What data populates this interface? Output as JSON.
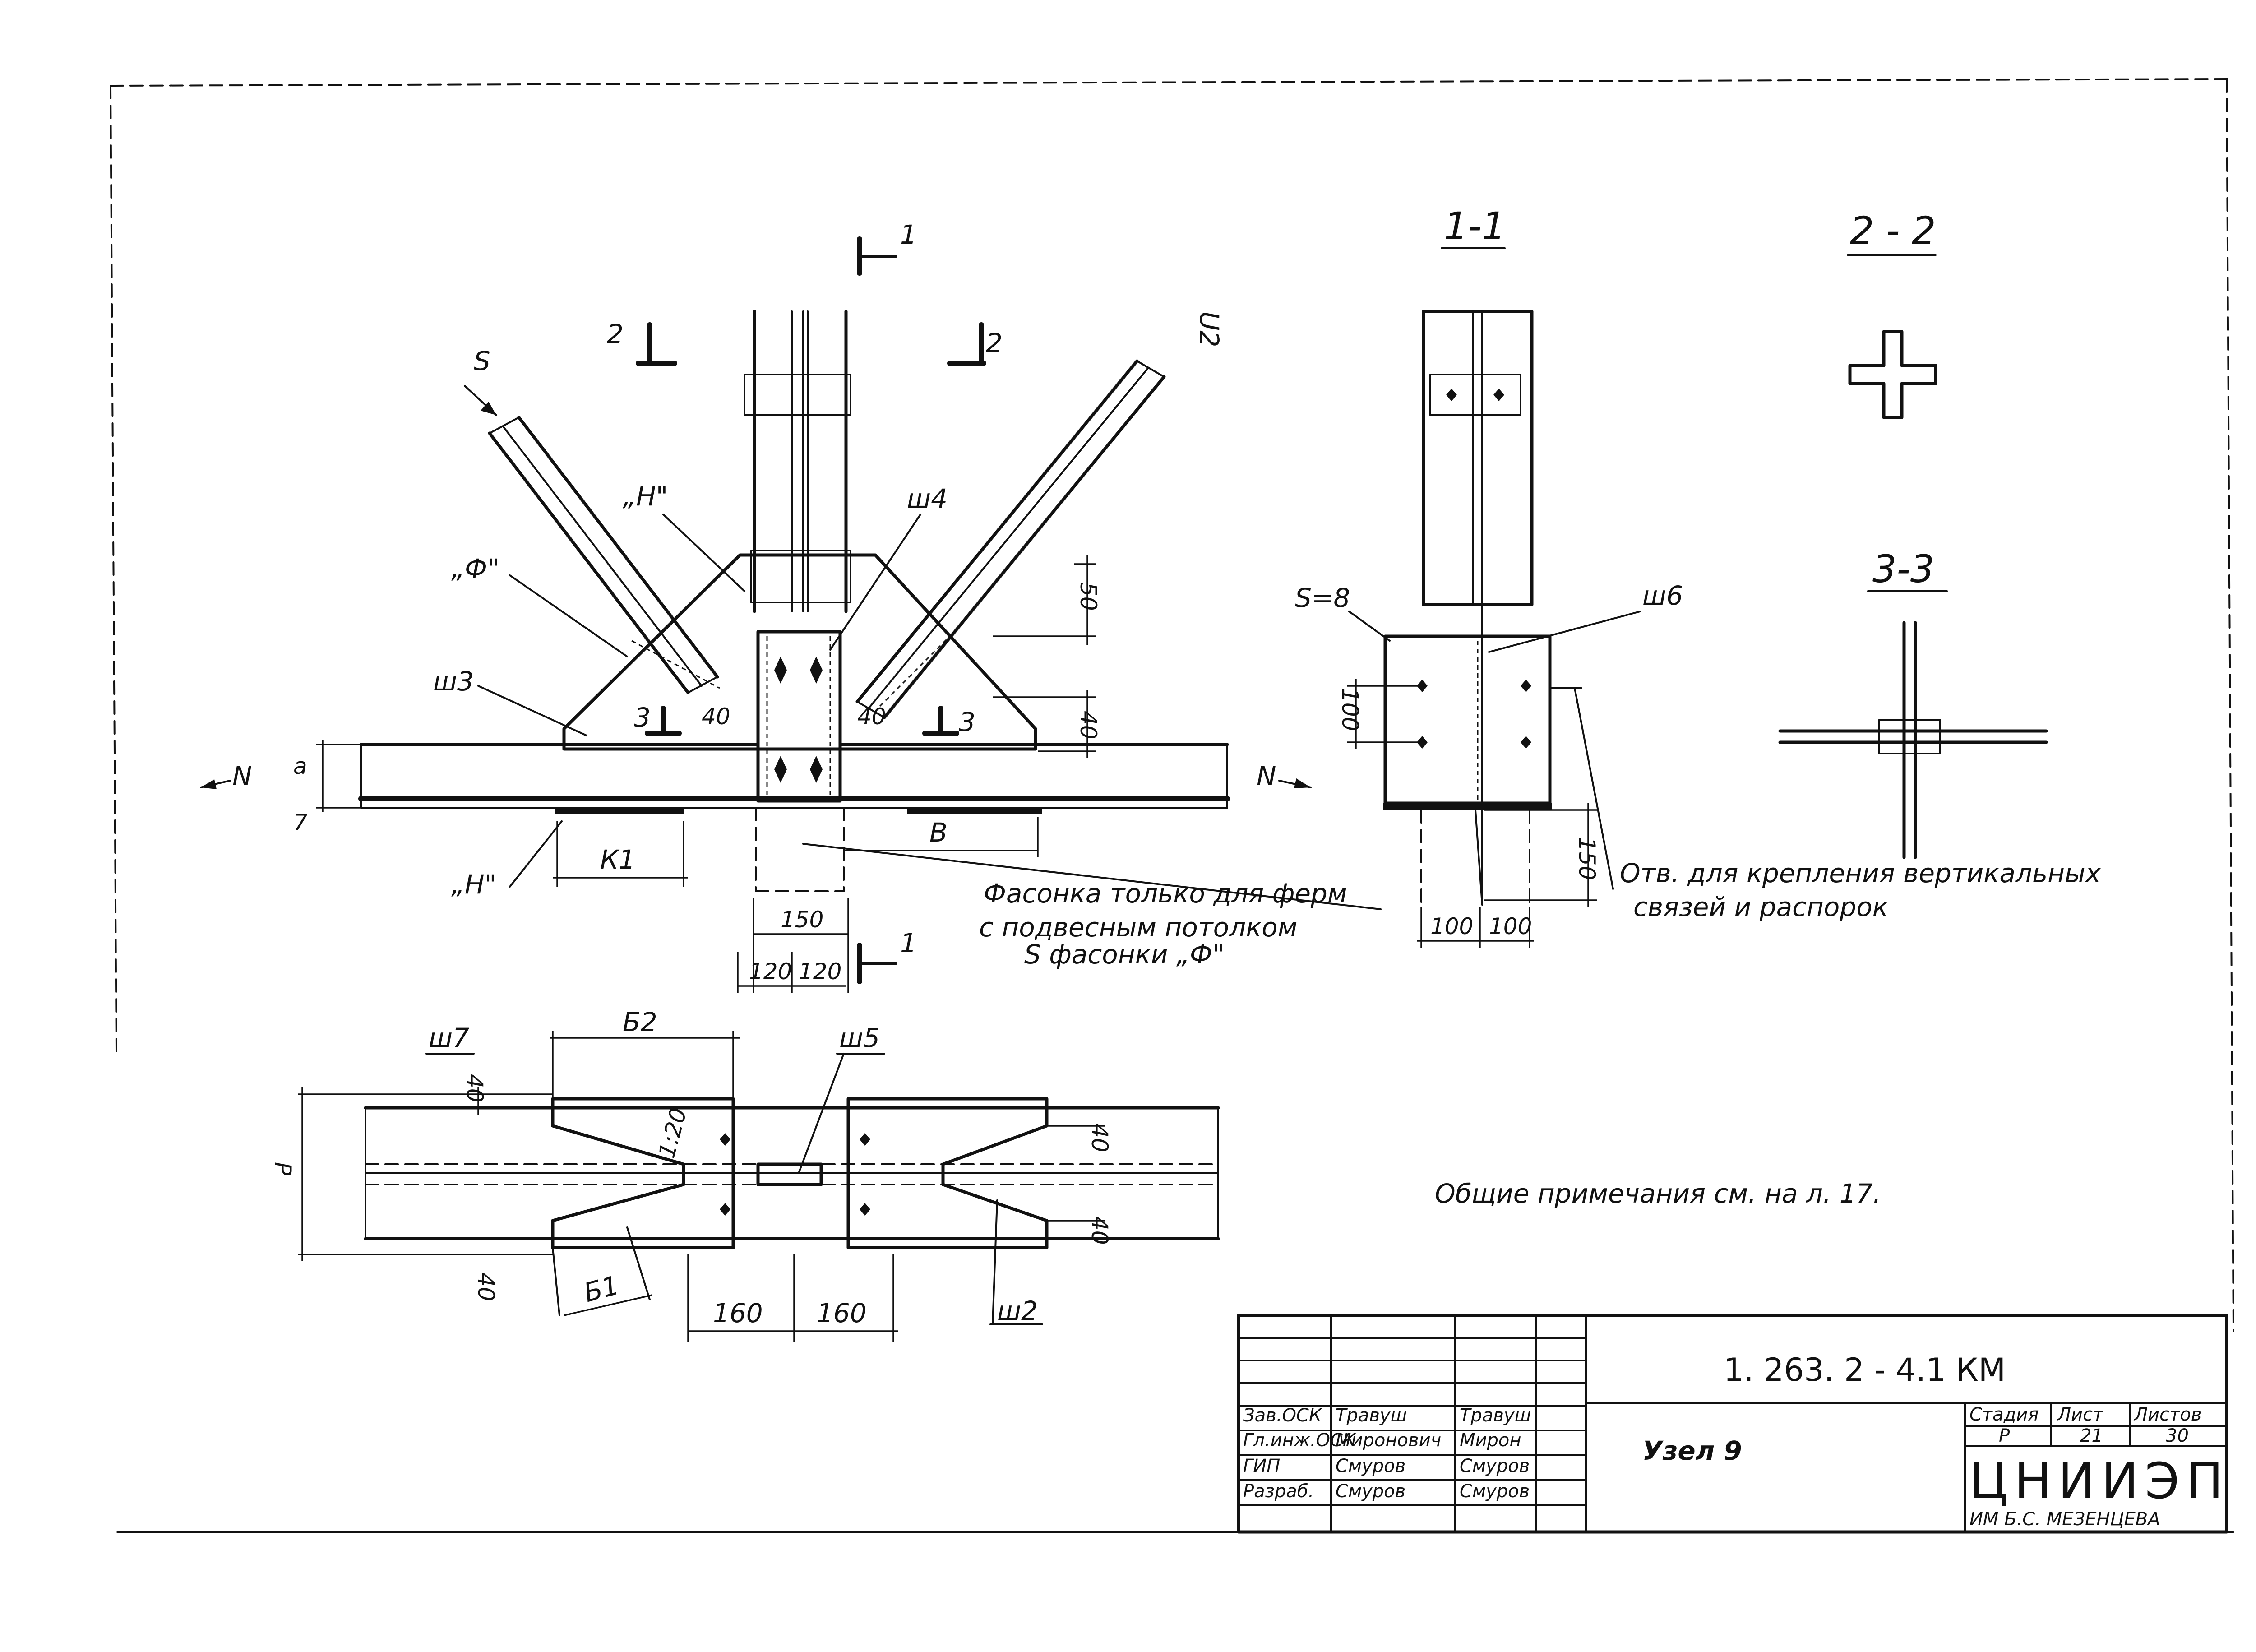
{
  "node_view": {
    "section_markers": {
      "s1": "1",
      "s2": "2",
      "s3": "3"
    },
    "force_s": "S",
    "force_n_left": "N",
    "force_n_right": "N",
    "label_f": "„Ф\"",
    "label_h_top": "„Н\"",
    "label_h_bottom": "„Н\"",
    "label_corner": "U2",
    "weld_w3": "ш3",
    "weld_w4": "ш4",
    "dim_50": "50",
    "dim_40_a": "40",
    "dim_40_b": "40",
    "dim_40_c": "40",
    "dim_a": "а",
    "dim_7": "7",
    "dim_k1": "К1",
    "dim_b": "В",
    "dim_150": "150",
    "dim_120_a": "120",
    "dim_120_b": "120",
    "note_gusset": [
      "Фасонка только для ферм",
      "с подвесным потолком",
      "S фасонки „Ф\""
    ]
  },
  "section_1_1": {
    "title": "1-1",
    "s_thickness": "S=8",
    "weld_w6": "ш6",
    "dim_100_v": "100",
    "dim_150": "150",
    "dim_100_a": "100",
    "dim_100_b": "100",
    "note_holes": [
      "Отв. для крепления вертикальных",
      "связей и распорок"
    ]
  },
  "section_2_2": {
    "title": "2 - 2"
  },
  "section_3_3": {
    "title": "3-3"
  },
  "plan_view": {
    "weld_w7": "ш7",
    "weld_w5": "ш5",
    "weld_w2": "ш2",
    "dim_b2": "Б2",
    "dim_b1": "Б1",
    "dim_40_a": "40",
    "dim_40_b": "40",
    "dim_40_c": "40",
    "dim_40_d": "40",
    "dim_slope": "1:20",
    "dim_r": "Р",
    "dim_160_a": "160",
    "dim_160_b": "160"
  },
  "general_note": "Общие примечания см. на л. 17.",
  "title_block": {
    "code": "1. 263. 2 - 4.1 КМ",
    "node_name": "Узел 9",
    "rows": [
      {
        "role": "Зав.ОСК",
        "name": "Травуш",
        "sign": "Травуш"
      },
      {
        "role": "Гл.инж.ОСК",
        "name": "Миронович",
        "sign": "Мирон"
      },
      {
        "role": "ГИП",
        "name": "Смуров",
        "sign": "Смуров"
      },
      {
        "role": "Разраб.",
        "name": "Смуров",
        "sign": "Смуров"
      }
    ],
    "stage_label": "Стадия",
    "sheet_label": "Лист",
    "sheets_label": "Листов",
    "stage_value": "Р",
    "sheet_value": "21",
    "sheets_value": "30",
    "org_name": "ЦНИИЭП",
    "org_sub": "ИМ Б.С. МЕЗЕНЦЕВА"
  }
}
